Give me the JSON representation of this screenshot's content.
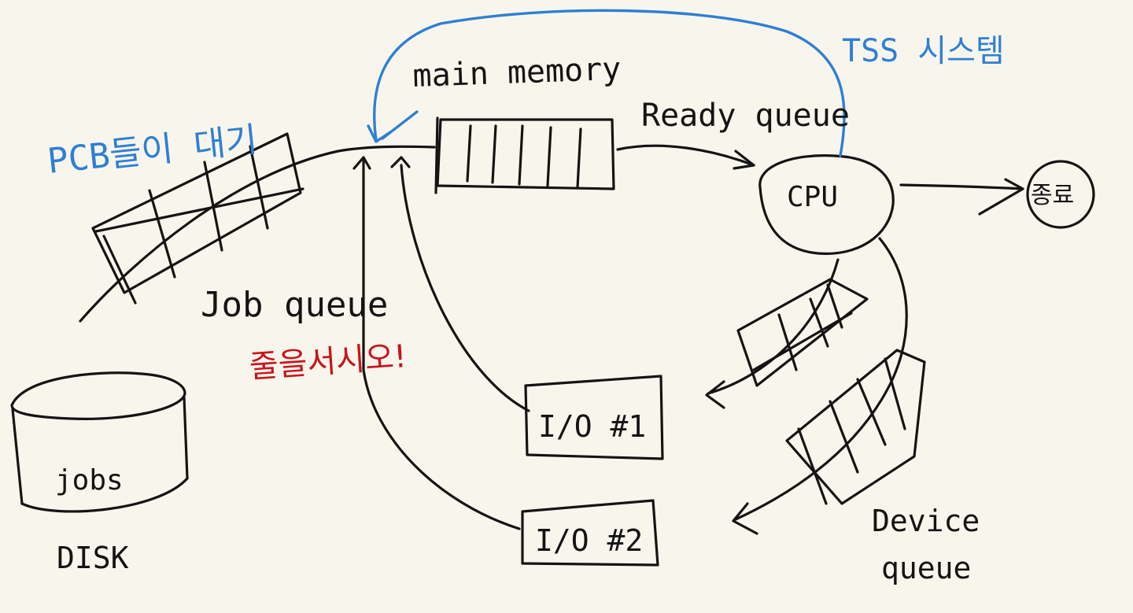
{
  "labels": {
    "pcb_waiting": "PCB들이 대기",
    "main_memory": "main memory",
    "tss_system": "TSS 시스템",
    "ready_queue": "Ready queue",
    "cpu": "CPU",
    "terminate": "종료",
    "job_queue": "Job queue",
    "line_up": "줄을서시오!",
    "jobs": "jobs",
    "disk": "DISK",
    "io1": "I/O #1",
    "io2": "I/O #2",
    "device_queue_line1": "Device",
    "device_queue_line2": "queue"
  },
  "colors": {
    "background": "#f8f6ec",
    "ink": "#141414",
    "blue_annotation": "#2f7fd4",
    "red_annotation": "#c8141e"
  }
}
